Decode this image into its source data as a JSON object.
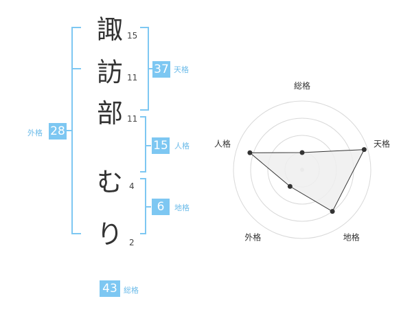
{
  "name": {
    "chars": [
      "諏",
      "訪",
      "部",
      "む",
      "り"
    ],
    "strokes": [
      "15",
      "11",
      "11",
      "4",
      "2"
    ]
  },
  "scores": {
    "tenkaku": {
      "value": "37",
      "label": "天格"
    },
    "jinkaku": {
      "value": "15",
      "label": "人格"
    },
    "chikaku": {
      "value": "6",
      "label": "地格"
    },
    "gaikaku": {
      "value": "28",
      "label": "外格"
    },
    "soukaku": {
      "value": "43",
      "label": "総格"
    }
  },
  "chart_data": {
    "type": "radar",
    "axes": [
      "総格",
      "天格",
      "地格",
      "外格",
      "人格"
    ],
    "values": [
      0.25,
      0.95,
      0.75,
      0.3,
      0.8
    ],
    "rings": 4,
    "colors": {
      "fill": "#efefef",
      "line": "#333333",
      "grid": "#d8d8d8",
      "point": "#333333"
    }
  },
  "colors": {
    "accent": "#7dc7f2",
    "label": "#6bbbe9"
  }
}
